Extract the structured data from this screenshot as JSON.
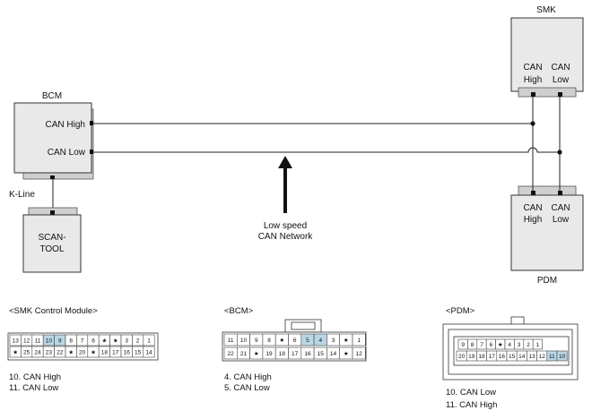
{
  "modules": {
    "bcm": {
      "name": "BCM",
      "can_high": "CAN High",
      "can_low": "CAN Low"
    },
    "smk": {
      "name": "SMK",
      "can": "CAN",
      "high": "High",
      "low": "Low"
    },
    "pdm": {
      "name": "PDM",
      "can": "CAN",
      "high": "High",
      "low": "Low"
    },
    "scan_tool": {
      "line1": "SCAN-",
      "line2": "TOOL"
    },
    "k_line": "K-Line"
  },
  "network_label": {
    "line1": "Low speed",
    "line2": "CAN Network"
  },
  "connectors": {
    "smk": {
      "title": "<SMK Control Module>",
      "row1": [
        "13",
        "12",
        "11",
        "10",
        "9",
        "8",
        "7",
        "6",
        "★",
        "★",
        "3",
        "2",
        "1"
      ],
      "row2": [
        "★",
        "25",
        "24",
        "23",
        "22",
        "★",
        "20",
        "★",
        "18",
        "17",
        "16",
        "15",
        "14"
      ],
      "highlight_row1": [
        "10",
        "9"
      ],
      "pins": [
        "10. CAN High",
        "11. CAN Low"
      ]
    },
    "bcm": {
      "title": "<BCM>",
      "row1": [
        "11",
        "10",
        "9",
        "8",
        "★",
        "6",
        "5",
        "4",
        "3",
        "★",
        "1"
      ],
      "row2": [
        "22",
        "21",
        "★",
        "19",
        "18",
        "17",
        "16",
        "15",
        "14",
        "★",
        "12"
      ],
      "highlight_row1": [
        "5",
        "4"
      ],
      "pins": [
        "4. CAN High",
        "5. CAN Low"
      ]
    },
    "pdm": {
      "title": "<PDM>",
      "row1": [
        "9",
        "8",
        "7",
        "6",
        "★",
        "4",
        "3",
        "2",
        "1"
      ],
      "row2": [
        "20",
        "19",
        "18",
        "17",
        "16",
        "15",
        "14",
        "13",
        "12",
        "11",
        "10"
      ],
      "highlight_row2": [
        "11",
        "10"
      ],
      "pins": [
        "10. CAN Low",
        "11. CAN High"
      ]
    }
  },
  "colors": {
    "module_fill": "#e9e9e9",
    "pin_highlight": "#b9d6e6",
    "wire": "#222222"
  }
}
